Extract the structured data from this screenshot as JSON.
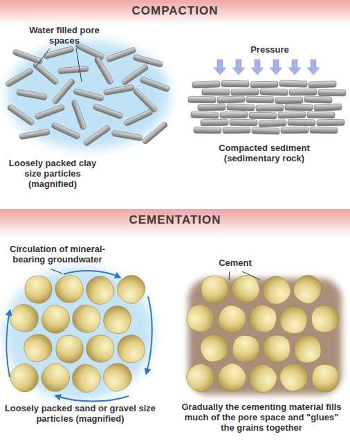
{
  "diagram": {
    "nodes": [
      {
        "text": [
          "COMPACTION"
        ]
      },
      {
        "text": [
          "CEMENTATION"
        ]
      }
    ],
    "labels": [
      "Water filled pore spaces",
      "Pressure",
      "Loosely packed clay size particles (magnified)",
      "Compacted sediment (sedimentary rock)",
      "Circulation of mineral- bearing groundwater",
      "Cement",
      "Loosely packed sand or gravel size particles (magnified)",
      "Gradually the cementing material fills much of the pore space and \"glues\" the grains together"
    ]
  }
}
